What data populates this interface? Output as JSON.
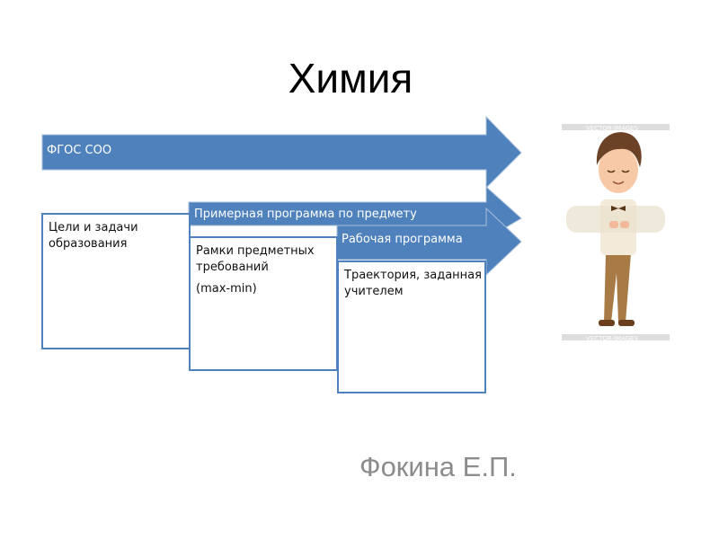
{
  "slide": {
    "title": "Химия",
    "author": "Фокина Е.П."
  },
  "diagram": {
    "arrows": [
      {
        "label": "ФГОС СОО"
      },
      {
        "label": "Примерная программа по предмету"
      },
      {
        "label": "Рабочая программа"
      }
    ],
    "boxes": [
      {
        "lines": [
          "Цели и задачи образования"
        ]
      },
      {
        "lines": [
          "Рамки предметных требований",
          "(max-min)"
        ]
      },
      {
        "lines": [
          "Траектория, заданная учителем"
        ]
      }
    ],
    "colors": {
      "arrow": "#4f81bd",
      "border": "#4f81bd"
    }
  },
  "illustration": {
    "watermark": "VECTOR-IMAGES"
  }
}
